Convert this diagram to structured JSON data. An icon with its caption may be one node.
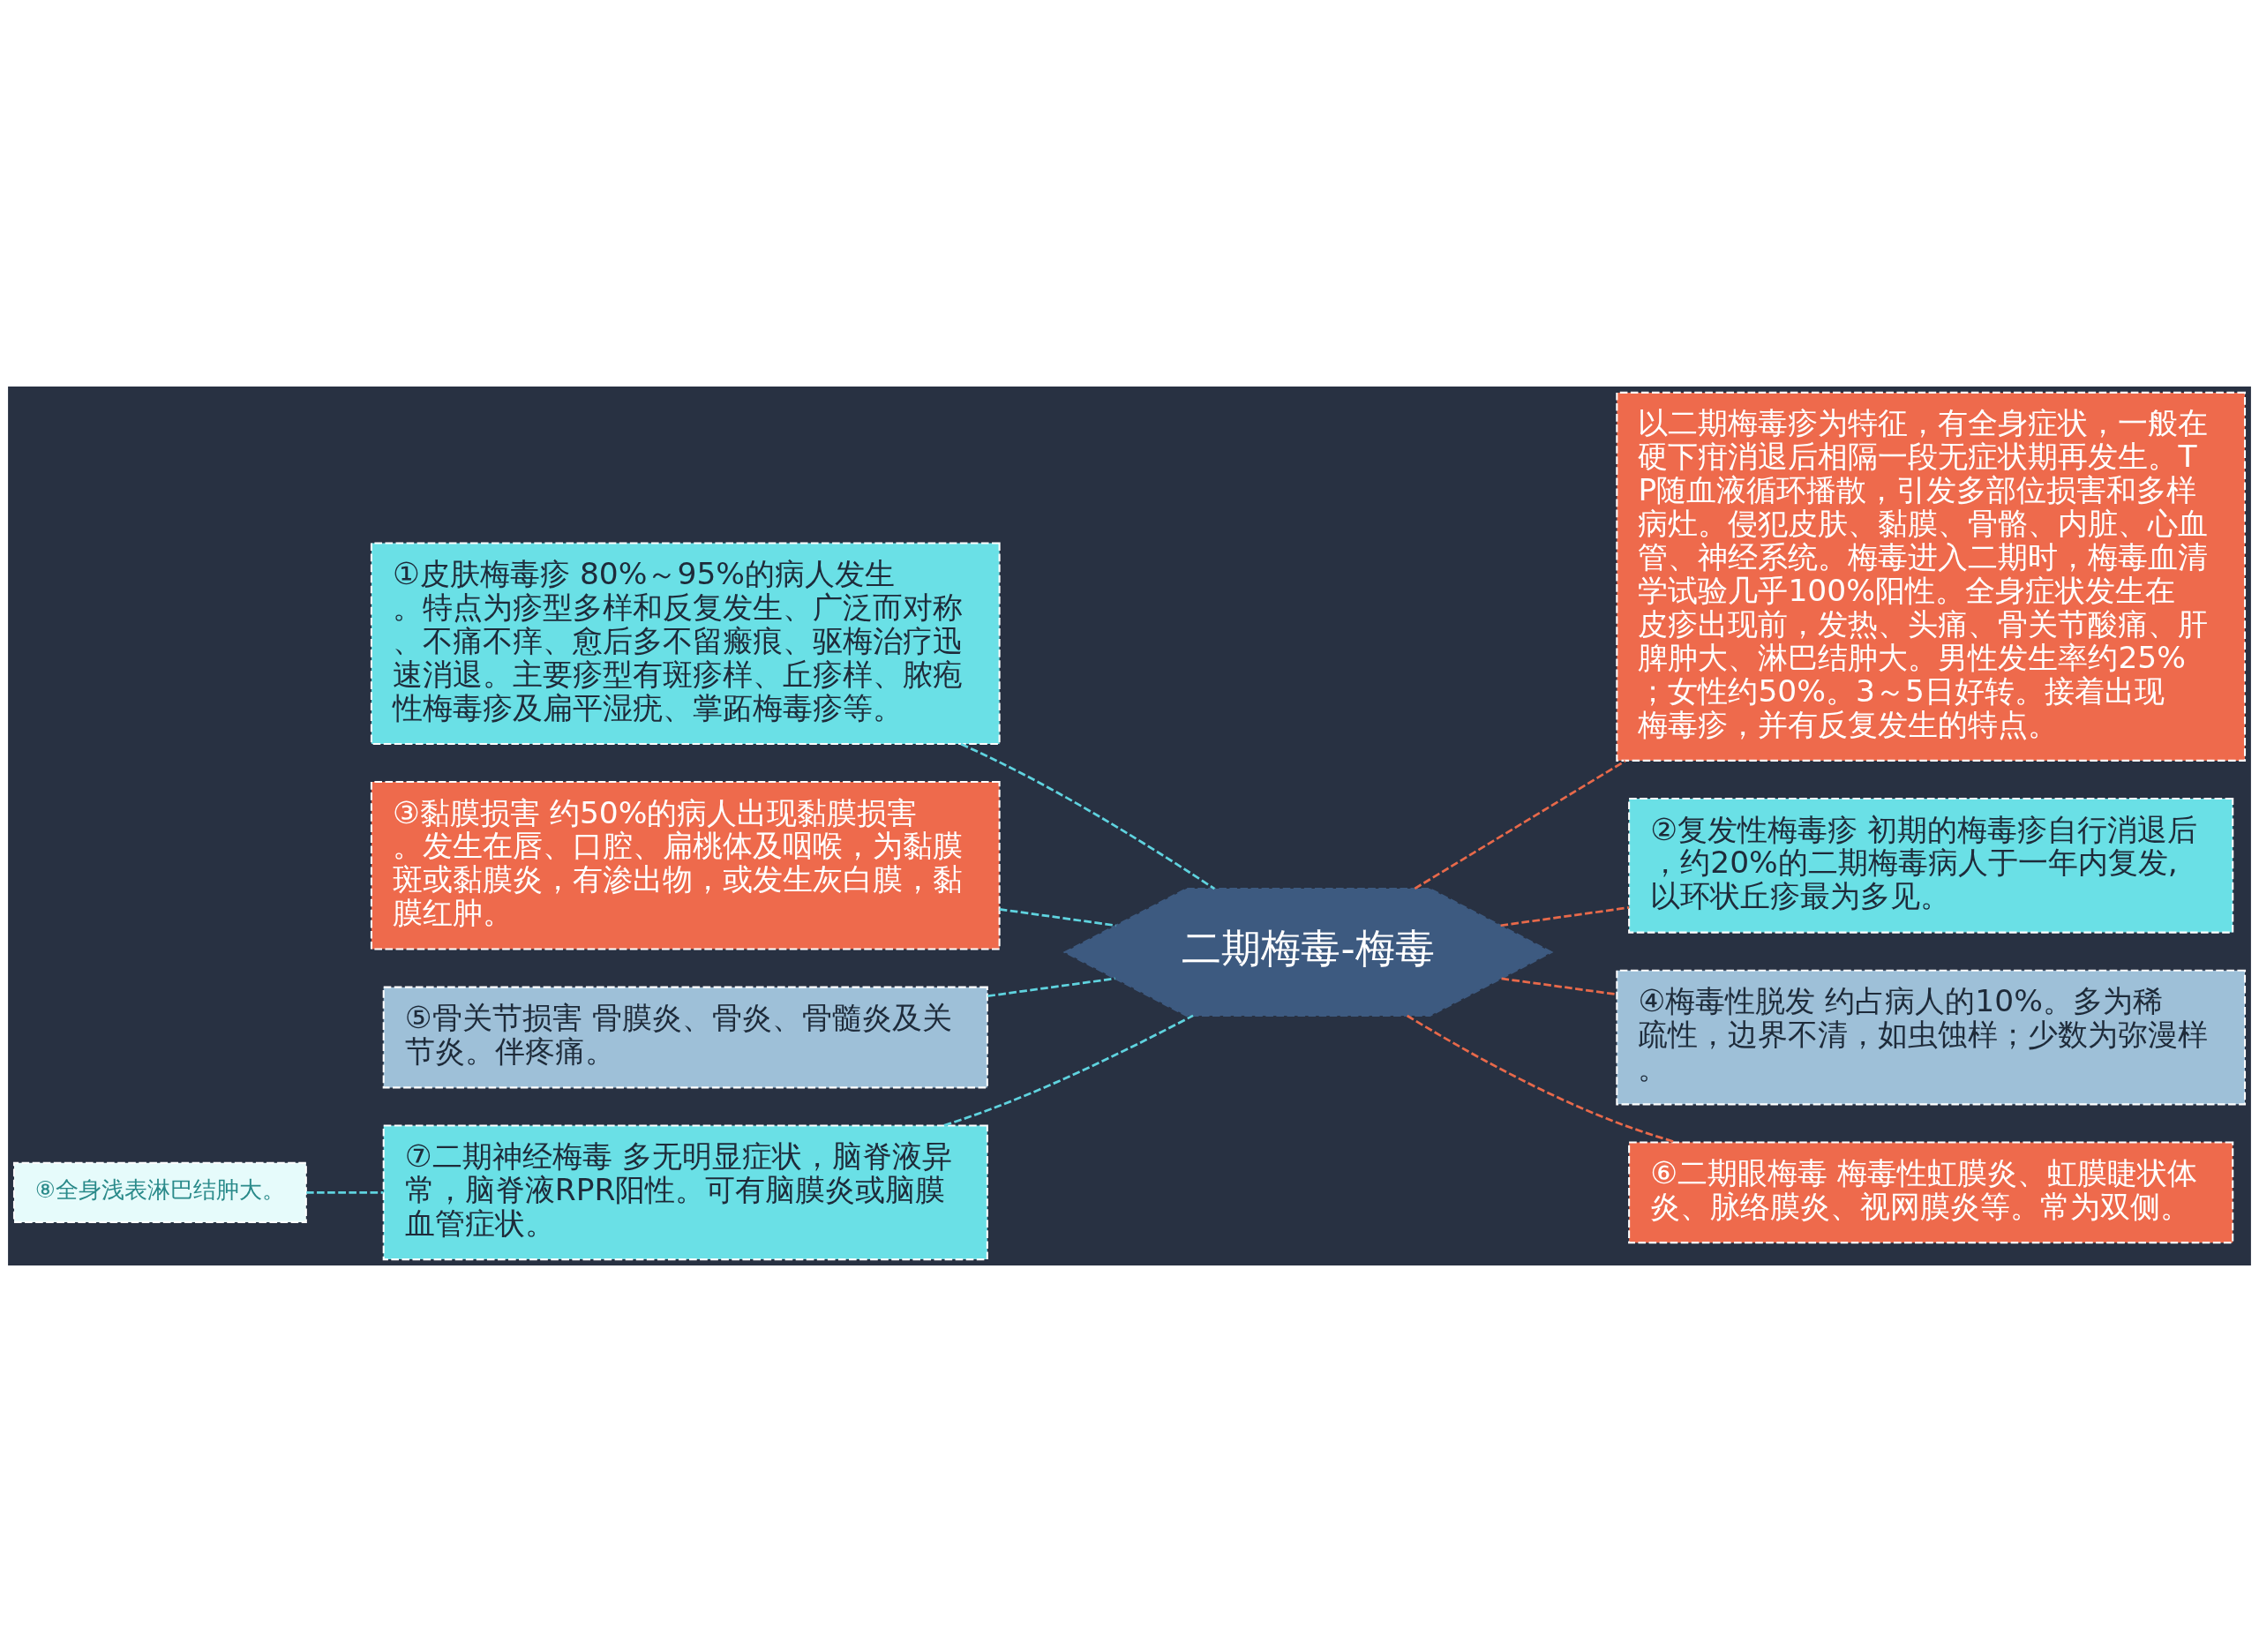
{
  "diagram": {
    "nodes": [
      {
        "text": [
          "二期梅毒-梅毒"
        ]
      },
      {
        "text": [
          "①皮肤梅毒疹 80%～95%的病人发生。特点为疹型多样和反复发生、广泛而对称、不痛不痒、愈后多不留瘢痕、驱梅治疗迅速消退。主要疹型有斑疹样、丘疹样、脓疱性梅毒疹及扁平湿疣、掌跖梅毒疹等。"
        ]
      },
      {
        "text": [
          "③黏膜损害 约50%的病人出现黏膜损害。发生在唇、口腔、扁桃体及咽喉，为黏膜斑或黏膜炎，有渗出物，或发生灰白膜，黏膜红肿。"
        ]
      },
      {
        "text": [
          "⑤骨关节损害 骨膜炎、骨炎、骨髓炎及关节炎。伴疼痛。"
        ]
      },
      {
        "text": [
          "⑦二期神经梅毒 多无明显症状，脑脊液异常，脑脊液RPR阳性。可有脑膜炎或脑膜血管症状。"
        ]
      },
      {
        "text": [
          "⑧全身浅表淋巴结肿大。"
        ]
      },
      {
        "text": [
          "以二期梅毒疹为特征，有全身症状，一般在硬下疳消退后相隔一段无症状期再发生。TP随血液循环播散，引发多部位损害和多样病灶。侵犯皮肤、黏膜、骨骼、内脏、心血管、神经系统。梅毒进入二期时，梅毒血清学试验几乎100%阳性。全身症状发生在皮疹出现前，发热、头痛、骨关节酸痛、肝脾肿大、淋巴结肿大。男性发生率约25%；女性约50%。3～5日好转。接着出现梅毒疹，并有反复发生的特点。"
        ]
      },
      {
        "text": [
          "②复发性梅毒疹 初期的梅毒疹自行消退后，约20%的二期梅毒病人于一年内复发,以环状丘疹最为多见。"
        ]
      },
      {
        "text": [
          "④梅毒性脱发 约占病人的10%。多为稀疏性，边界不清，如虫蚀样；少数为弥漫样。"
        ]
      },
      {
        "text": [
          "⑥二期眼梅毒 梅毒性虹膜炎、虹膜睫状体炎、脉络膜炎、视网膜炎等。常为双侧。"
        ]
      }
    ],
    "edges": [
      {
        "from": 0,
        "to": 1,
        "arrow": "none",
        "style": "dashed"
      },
      {
        "from": 0,
        "to": 2,
        "arrow": "none",
        "style": "dashed"
      },
      {
        "from": 0,
        "to": 3,
        "arrow": "none",
        "style": "dashed"
      },
      {
        "from": 0,
        "to": 4,
        "arrow": "none",
        "style": "dashed"
      },
      {
        "from": 4,
        "to": 5,
        "arrow": "none",
        "style": "dashed"
      },
      {
        "from": 0,
        "to": 6,
        "arrow": "none",
        "style": "dashed",
        "color": "#e8694a"
      },
      {
        "from": 0,
        "to": 7,
        "arrow": "none",
        "style": "dashed",
        "color": "#e8694a"
      },
      {
        "from": 0,
        "to": 8,
        "arrow": "none",
        "style": "dashed",
        "color": "#e8694a"
      },
      {
        "from": 0,
        "to": 9,
        "arrow": "none",
        "style": "dashed",
        "color": "#e8694a"
      }
    ]
  }
}
